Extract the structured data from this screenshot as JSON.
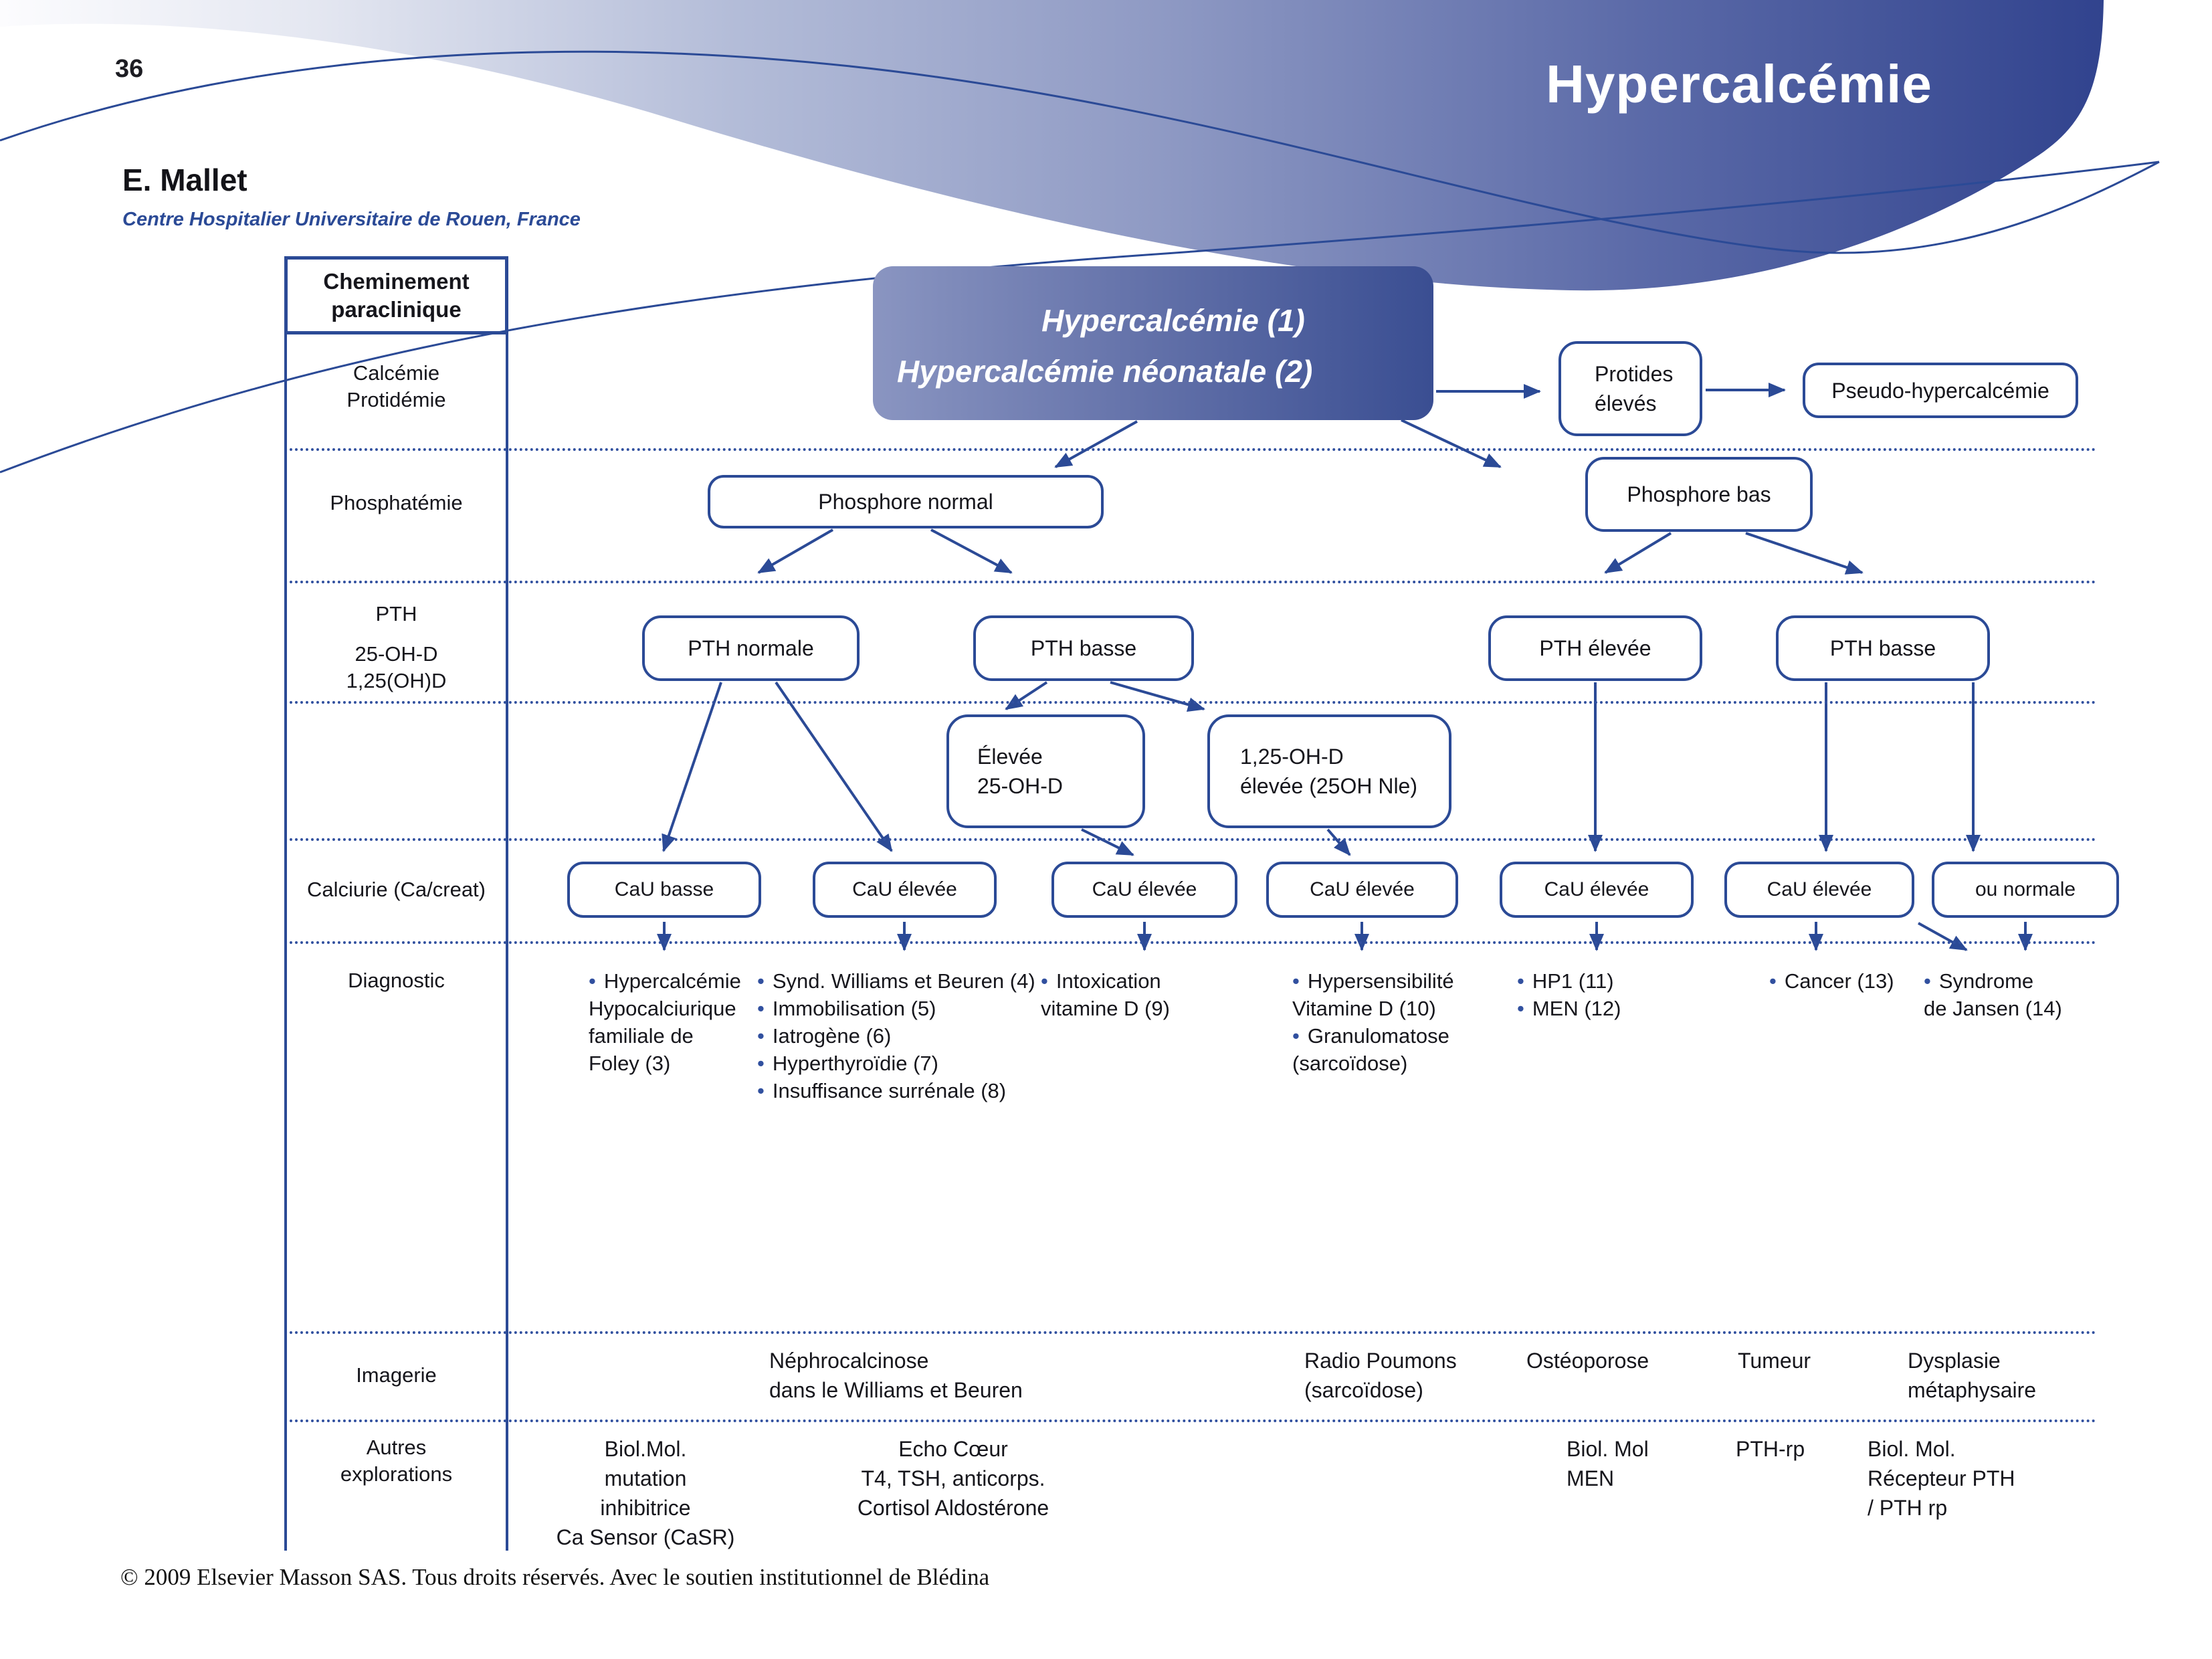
{
  "page": {
    "number": "36",
    "title": "Hypercalcémie",
    "author": "E. Mallet",
    "affiliation": "Centre Hospitalier Universitaire de Rouen, France",
    "copyright": "© 2009 Elsevier Masson SAS. Tous droits réservés. Avec le soutien institutionnel de Blédina"
  },
  "ui": {
    "bullet": "•"
  },
  "table": {
    "header": "Cheminement\nparaclinique",
    "row_calcemie": "Calcémie\nProtidémie",
    "row_phosphatemie": "Phosphatémie",
    "row_pth": "PTH",
    "row_vitd": "25-OH-D\n1,25(OH)D",
    "row_calciurie": "Calciurie (Ca/creat)",
    "row_diagnostic": "Diagnostic",
    "row_imagerie": "Imagerie",
    "row_autres": "Autres\nexplorations"
  },
  "flow": {
    "root_line1": "Hypercalcémie (1)",
    "root_line2": "Hypercalcémie néonatale (2)",
    "protides": "Protides\nélevés",
    "pseudo": "Pseudo-hypercalcémie",
    "phosphore_normal": "Phosphore normal",
    "phosphore_bas": "Phosphore bas",
    "pth_normale": "PTH normale",
    "pth_basse_centre": "PTH basse",
    "pth_elevee": "PTH élevée",
    "pth_basse_droite": "PTH basse",
    "elevee_25ohd": "Élevée\n25-OH-D",
    "d_125": "1,25-OH-D\nélevée (25OH Nle)",
    "cau": [
      "CaU basse",
      "CaU élevée",
      "CaU élevée",
      "CaU élevée",
      "CaU élevée",
      "CaU élevée",
      "ou normale"
    ]
  },
  "diagnostic": {
    "c1": [
      {
        "b": 1,
        "t": "Hypercalcémie"
      },
      {
        "b": 0,
        "t": "Hypocalciurique"
      },
      {
        "b": 0,
        "t": "familiale de"
      },
      {
        "b": 0,
        "t": "Foley (3)"
      }
    ],
    "c2": [
      {
        "b": 1,
        "t": "Synd. Williams et Beuren (4)"
      },
      {
        "b": 1,
        "t": "Immobilisation (5)"
      },
      {
        "b": 1,
        "t": "Iatrogène (6)"
      },
      {
        "b": 1,
        "t": "Hyperthyroïdie (7)"
      },
      {
        "b": 1,
        "t": "Insuffisance surrénale (8)"
      }
    ],
    "c3": [
      {
        "b": 1,
        "t": "Intoxication"
      },
      {
        "b": 0,
        "t": "vitamine D (9)"
      }
    ],
    "c4": [
      {
        "b": 1,
        "t": "Hypersensibilité"
      },
      {
        "b": 0,
        "t": "Vitamine D (10)"
      },
      {
        "b": 1,
        "t": "Granulomatose"
      },
      {
        "b": 0,
        "t": "(sarcoïdose)"
      }
    ],
    "c5": [
      {
        "b": 1,
        "t": "HP1 (11)"
      },
      {
        "b": 1,
        "t": "MEN (12)"
      }
    ],
    "c6": [
      {
        "b": 1,
        "t": "Cancer (13)"
      }
    ],
    "c7": [
      {
        "b": 1,
        "t": "Syndrome"
      },
      {
        "b": 0,
        "t": "de Jansen (14)"
      }
    ]
  },
  "imagerie": {
    "c1": "Néphrocalcinose\ndans le Williams et Beuren",
    "c2": "Radio Poumons\n(sarcoïdose)",
    "c3": "Ostéoporose",
    "c4": "Tumeur",
    "c5": "Dysplasie\nmétaphysaire"
  },
  "autres": {
    "c1": "Biol.Mol.\nmutation\ninhibitrice\nCa Sensor (CaSR)",
    "c2": "Echo Cœur\nT4, TSH, anticorps.\nCortisol Aldostérone",
    "c3": "Biol. Mol\nMEN",
    "c4": "PTH-rp",
    "c5": "Biol. Mol.\nRécepteur PTH\n/ PTH rp"
  },
  "colors": {
    "accent": "#2b4a96",
    "dotted_line": "#31509f",
    "banner_dark": "#31438e",
    "banner_light": "#fbfbfd",
    "root_box_gradient_left": "#8a95c1",
    "root_box_gradient_right": "#3a4e92"
  }
}
